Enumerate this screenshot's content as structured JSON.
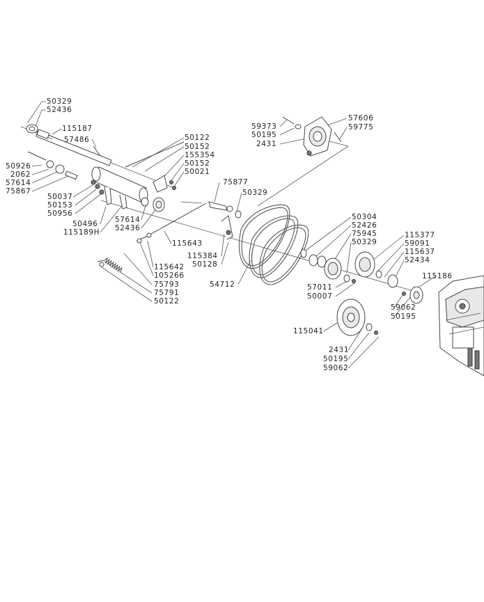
{
  "colors": {
    "line": "#555555",
    "text": "#222222",
    "background": "#ffffff"
  },
  "labels": [
    {
      "id": "l1",
      "text": "50329"
    },
    {
      "id": "l2",
      "text": "52436"
    },
    {
      "id": "l3",
      "text": "115187"
    },
    {
      "id": "l4",
      "text": "57486"
    },
    {
      "id": "l5",
      "text": "50926"
    },
    {
      "id": "l6",
      "text": "2062"
    },
    {
      "id": "l7",
      "text": "57614"
    },
    {
      "id": "l8",
      "text": "75867"
    },
    {
      "id": "l9",
      "text": "50037"
    },
    {
      "id": "l10",
      "text": "50153"
    },
    {
      "id": "l11",
      "text": "50956"
    },
    {
      "id": "l12",
      "text": "50496"
    },
    {
      "id": "l13",
      "text": "115189H"
    },
    {
      "id": "l14",
      "text": "57614"
    },
    {
      "id": "l15",
      "text": "52436"
    },
    {
      "id": "l16",
      "text": "50122"
    },
    {
      "id": "l17",
      "text": "50152"
    },
    {
      "id": "l18",
      "text": "155354"
    },
    {
      "id": "l19",
      "text": "50152"
    },
    {
      "id": "l20",
      "text": "50021"
    },
    {
      "id": "l21",
      "text": "59373"
    },
    {
      "id": "l22",
      "text": "50195"
    },
    {
      "id": "l23",
      "text": "2431"
    },
    {
      "id": "l24",
      "text": "57606"
    },
    {
      "id": "l25",
      "text": "59775"
    },
    {
      "id": "l26",
      "text": "75877"
    },
    {
      "id": "l27",
      "text": "50329"
    },
    {
      "id": "l28",
      "text": "115643"
    },
    {
      "id": "l29",
      "text": "115384"
    },
    {
      "id": "l30",
      "text": "50128"
    },
    {
      "id": "l31",
      "text": "115642"
    },
    {
      "id": "l32",
      "text": "105266"
    },
    {
      "id": "l33",
      "text": "75793"
    },
    {
      "id": "l34",
      "text": "75791"
    },
    {
      "id": "l35",
      "text": "50122"
    },
    {
      "id": "l36",
      "text": "54712"
    },
    {
      "id": "l37",
      "text": "50304"
    },
    {
      "id": "l38",
      "text": "52426"
    },
    {
      "id": "l39",
      "text": "75945"
    },
    {
      "id": "l40",
      "text": "50329"
    },
    {
      "id": "l41",
      "text": "115377"
    },
    {
      "id": "l42",
      "text": "59091"
    },
    {
      "id": "l43",
      "text": "115637"
    },
    {
      "id": "l44",
      "text": "52434"
    },
    {
      "id": "l45",
      "text": "115186"
    },
    {
      "id": "l46",
      "text": "57011"
    },
    {
      "id": "l47",
      "text": "50007"
    },
    {
      "id": "l48",
      "text": "59062"
    },
    {
      "id": "l49",
      "text": "50195"
    },
    {
      "id": "l50",
      "text": "115041"
    },
    {
      "id": "l51",
      "text": "2431"
    },
    {
      "id": "l52",
      "text": "50195"
    },
    {
      "id": "l53",
      "text": "59062"
    }
  ]
}
